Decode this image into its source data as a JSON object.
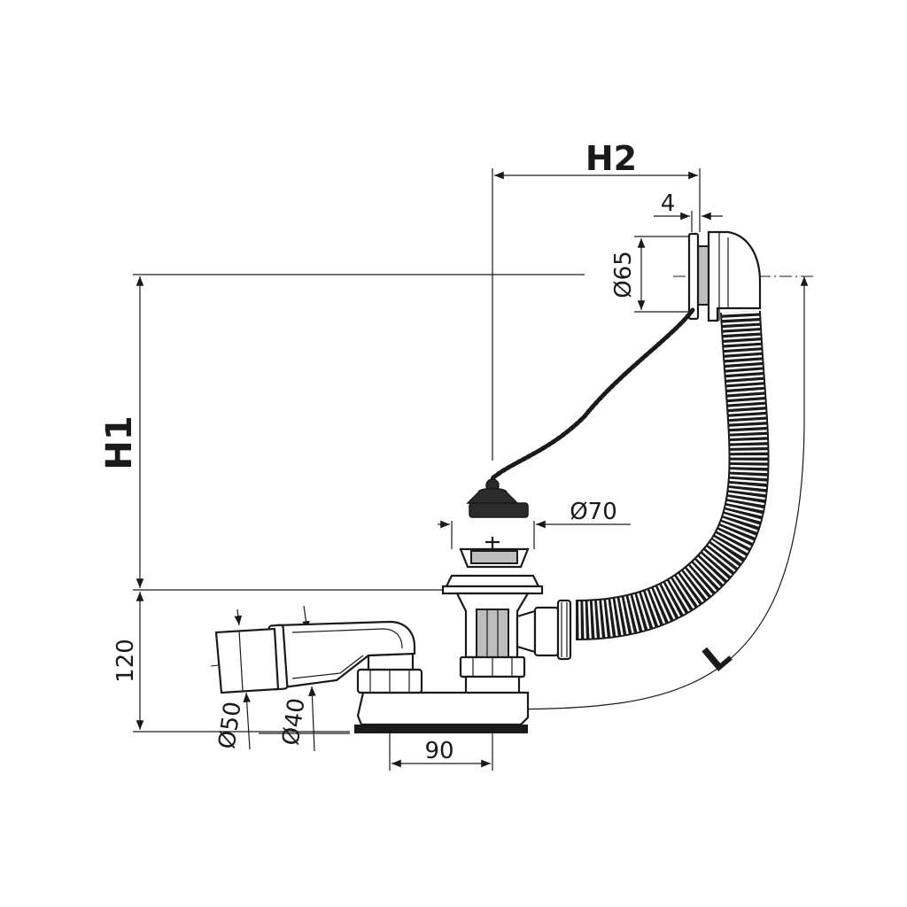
{
  "labels": {
    "h1": "H1",
    "h2": "H2",
    "l": "L",
    "d4": "4",
    "d65": "Ø65",
    "d70": "Ø70",
    "d120": "120",
    "d90": "90",
    "d50": "Ø50",
    "d40": "Ø40"
  },
  "colors": {
    "line": "#1a1a1a",
    "metal": "#bdbdbd",
    "stopper": "#2b2b2b"
  }
}
